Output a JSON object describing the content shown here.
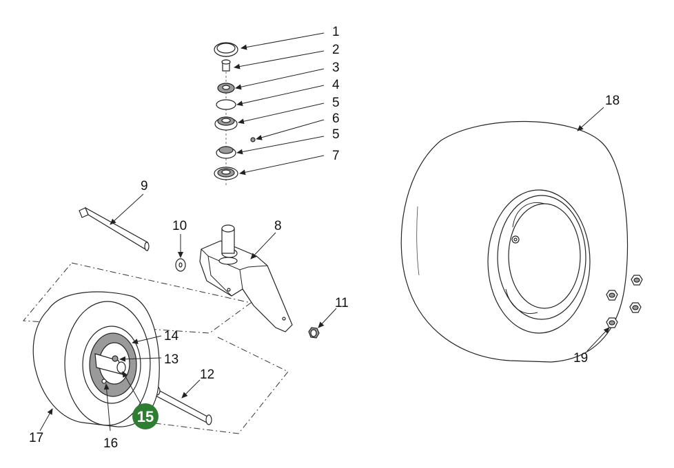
{
  "diagram": {
    "labels": {
      "p1": "1",
      "p2": "2",
      "p3": "3",
      "p4": "4",
      "p5a": "5",
      "p6": "6",
      "p5b": "5",
      "p7": "7",
      "p8": "8",
      "p9": "9",
      "p10": "10",
      "p11": "11",
      "p12": "12",
      "p13": "13",
      "p14": "14",
      "p15": "15",
      "p16": "16",
      "p17": "17",
      "p18": "18",
      "p19": "19"
    },
    "highlight_color": "#2e7d32"
  }
}
